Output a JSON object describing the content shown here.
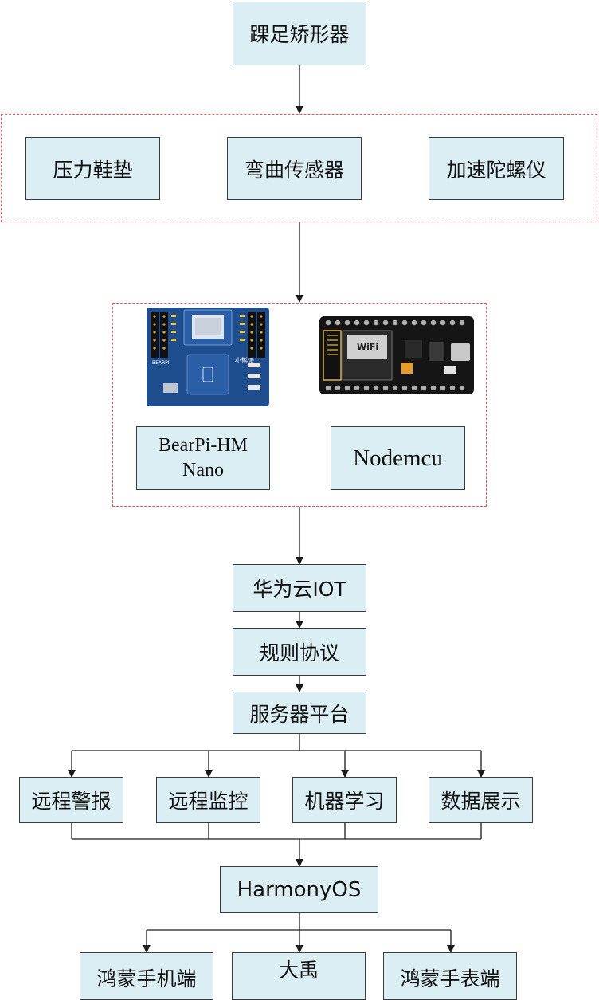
{
  "nodes": {
    "top": "踝足矫形器",
    "sensor_pressure": "压力鞋垫",
    "sensor_bend": "弯曲传感器",
    "sensor_imu": "加速陀螺仪",
    "board_bearpi_line1": "BearPi-HM",
    "board_bearpi_line2": "Nano",
    "board_nodemcu": "Nodemcu",
    "cloud": "华为云IOT",
    "protocol": "规则协议",
    "server": "服务器平台",
    "remote_alarm": "远程警报",
    "remote_monitor": "远程监控",
    "machine_learning": "机器学习",
    "data_display": "数据展示",
    "harmonyos": "HarmonyOS",
    "phone": "鸿蒙手机端",
    "dayu": "大禹",
    "watch": "鸿蒙手表端"
  },
  "images": {
    "bearpi_board": "bearpi-board-photo",
    "nodemcu_board": "nodemcu-board-photo",
    "bearpi_silkscreen": "小熊派",
    "bearpi_brand": "BEARPI",
    "nodemcu_chip_label": "WiFi"
  },
  "colors": {
    "box_fill": "#dbeef4",
    "box_border": "#3a3a3a",
    "group_border": "#e8545a",
    "line": "#1a1a1a"
  }
}
